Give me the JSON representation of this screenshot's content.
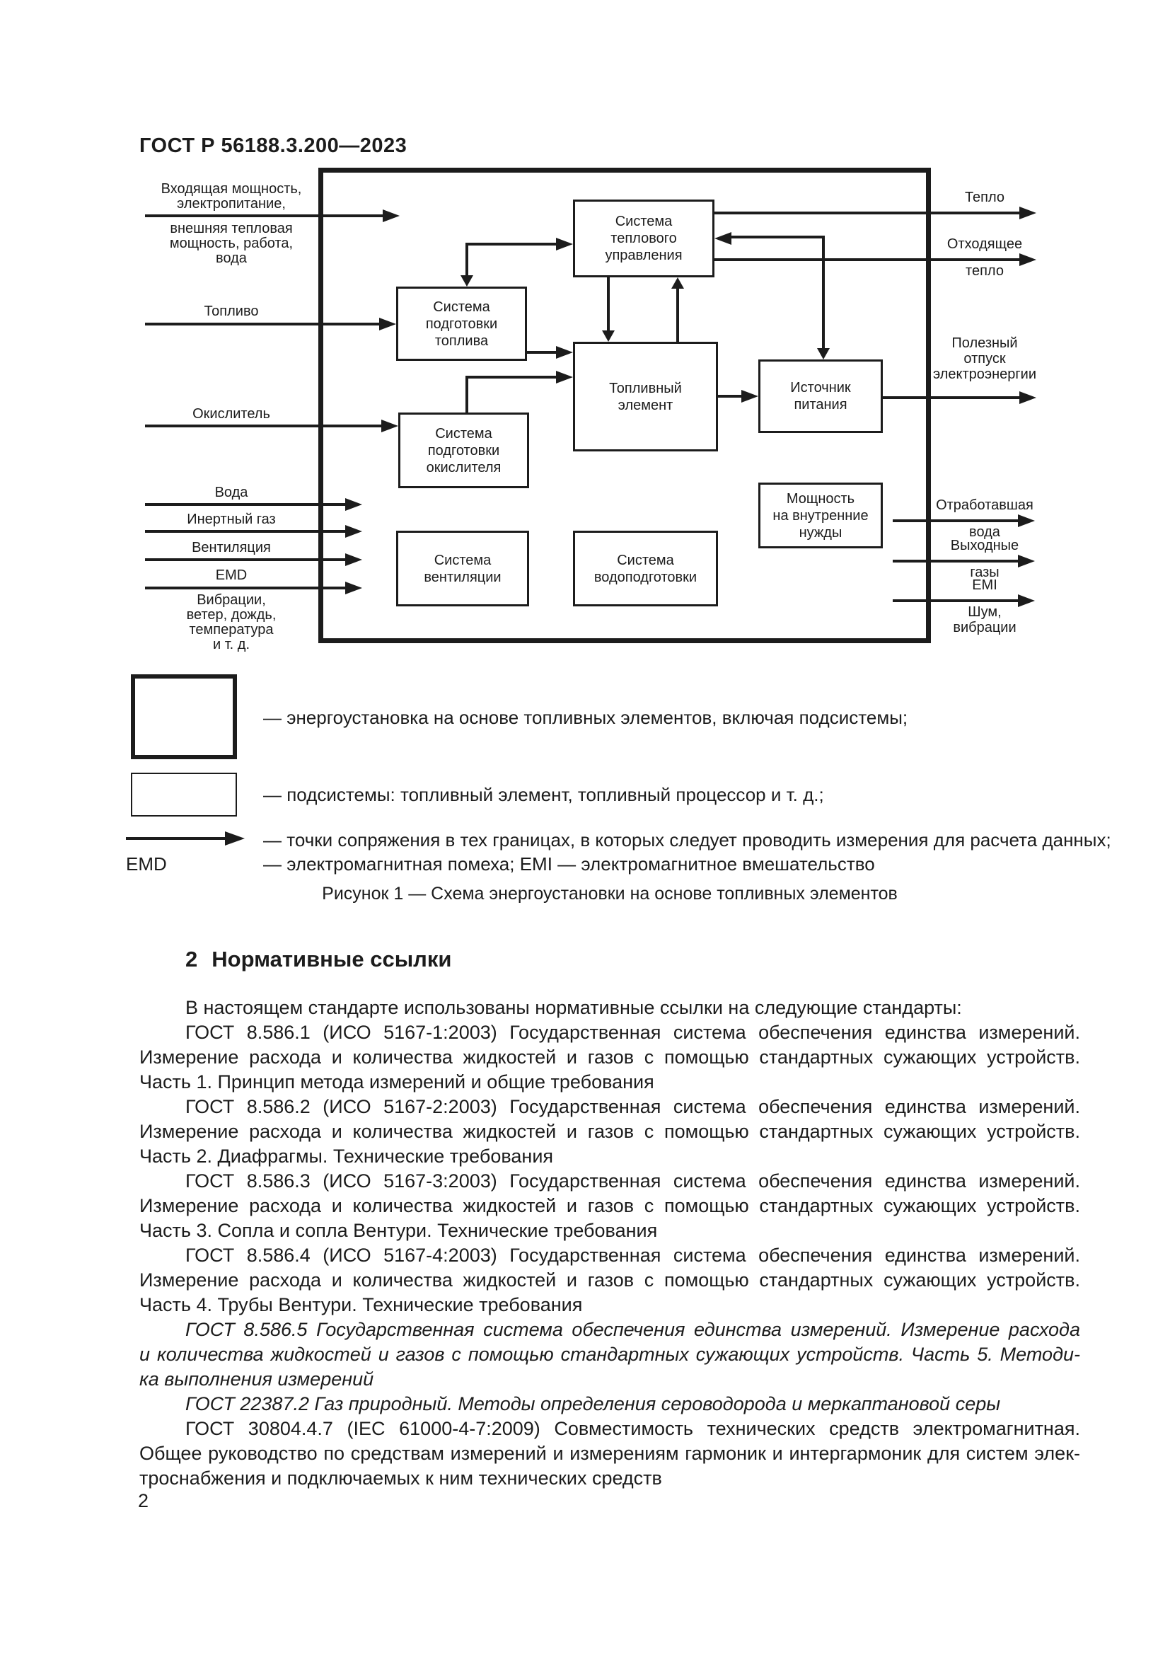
{
  "doc": {
    "header": "ГОСТ Р 56188.3.200—2023",
    "page_number": "2"
  },
  "colors": {
    "ink": "#1c1c1c",
    "paper": "#ffffff"
  },
  "figure": {
    "caption": "Рисунок 1 — Схема энергоустановки на основе топливных элементов",
    "boxes": {
      "thermal": "Система\nтеплового\nуправления",
      "fuel_prep": "Система\nподготовки\nтоплива",
      "fuel_cell": "Топливный\nэлемент",
      "oxidizer_prep": "Система\nподготовки\nокислителя",
      "power_source": "Источник\nпитания",
      "internal_power": "Мощность\nна внутренние\nнужды",
      "ventilation": "Система\nвентиляции",
      "water_prep": "Система\nводоподготовки"
    },
    "inputs": [
      {
        "above": "Входящая мощность,\nэлектропитание,",
        "below": "внешняя тепловая\nмощность, работа,\nвода"
      },
      {
        "above": "Топливо",
        "below": ""
      },
      {
        "above": "Окислитель",
        "below": ""
      },
      {
        "above": "Вода",
        "below": ""
      },
      {
        "above": "Инертный газ",
        "below": ""
      },
      {
        "above": "Вентиляция",
        "below": ""
      },
      {
        "above": "EMD",
        "below": "Вибрации,\nветер, дождь,\nтемпература\nи т. д."
      }
    ],
    "outputs": [
      {
        "above": "Тепло",
        "below": ""
      },
      {
        "above": "Отходящее",
        "below": "тепло"
      },
      {
        "above": "Полезный\nотпуск\nэлектроэнергии",
        "below": ""
      },
      {
        "above": "Отработавшая",
        "below": "вода"
      },
      {
        "above": "Выходные",
        "below": "газы"
      },
      {
        "above": "EMI",
        "below": "Шум,\nвибрации"
      }
    ],
    "legend": [
      {
        "symbol": "thick-box",
        "text": "— энергоустановка на основе топливных элементов, включая подсистемы;"
      },
      {
        "symbol": "thin-box",
        "text": "— подсистемы: топливный элемент, топливный процессор и т. д.;"
      },
      {
        "symbol": "arrow",
        "text": "— точки сопряжения в тех границах, в которых следует проводить измерения для расчета данных;"
      },
      {
        "symbol": "EMD",
        "label": "EMD",
        "text": "— электромагнитная помеха; EMI — электромагнитное вмешательство"
      }
    ]
  },
  "section": {
    "number": "2",
    "title": "Нормативные ссылки",
    "lines": [
      "В настоящем стандарте использованы нормативные ссылки на следующие стандарты:",
      "ГОСТ 8.586.1 (ИСО 5167-1:2003) Государственная система обеспечения единства измерений.",
      "Измерение расхода и количества жидкостей и газов с помощью стандартных сужающих устройств.",
      "Часть 1. Принцип метода измерений и общие требования",
      "ГОСТ 8.586.2 (ИСО 5167-2:2003) Государственная система обеспечения единства измерений.",
      "Измерение расхода и количества жидкостей и газов с помощью стандартных сужающих устройств.",
      "Часть 2. Диафрагмы. Технические требования",
      "ГОСТ 8.586.3 (ИСО 5167-3:2003) Государственная система обеспечения единства измерений.",
      "Измерение расхода и количества жидкостей и газов с помощью стандартных сужающих устройств.",
      "Часть 3. Сопла и сопла Вентури. Технические требования",
      "ГОСТ 8.586.4 (ИСО 5167-4:2003) Государственная система обеспечения единства измерений.",
      "Измерение расхода и количества жидкостей и газов с помощью стандартных сужающих устройств.",
      "Часть 4. Трубы Вентури. Технические требования",
      "ГОСТ 8.586.5 Государственная система обеспечения единства измерений. Измерение расхода",
      "и количества жидкостей и газов с помощью стандартных сужающих устройств. Часть 5. Методи-",
      "ка выполнения измерений",
      "ГОСТ 22387.2 Газ природный. Методы определения сероводорода и меркаптановой серы",
      "ГОСТ 30804.4.7 (IEC 61000-4-7:2009) Совместимость технических средств электромагнитная.",
      "Общее руководство по средствам измерений и измерениям гармоник и интергармоник для систем элек-",
      "троснабжения и подключаемых к ним технических средств"
    ]
  }
}
